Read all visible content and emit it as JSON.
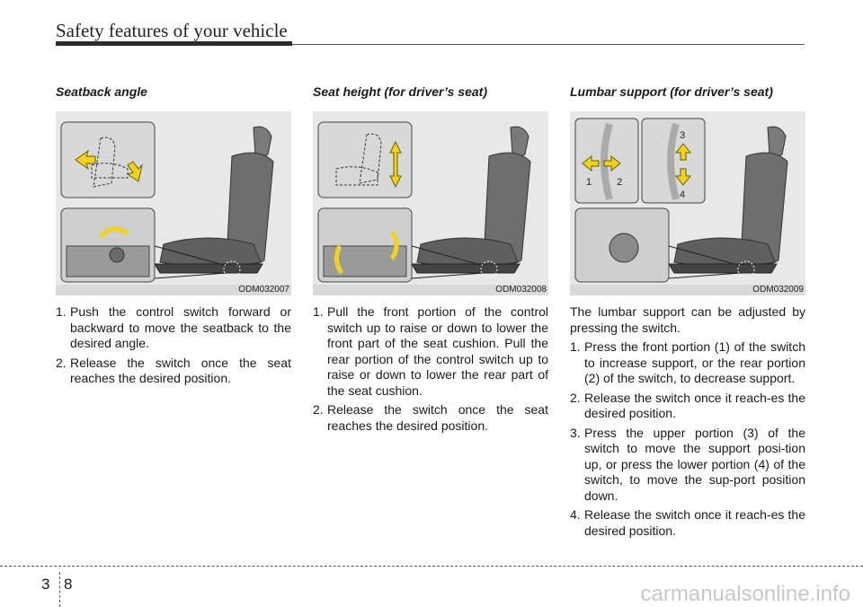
{
  "header": {
    "title": "Safety features of your vehicle"
  },
  "columns": [
    {
      "title": "Seatback angle",
      "figure_code": "ODM032007",
      "intro": "",
      "steps": [
        {
          "num": "1.",
          "text": "Push the control switch forward or backward to move the seatback to the desired angle."
        },
        {
          "num": "2.",
          "text": "Release the switch once the seat reaches the desired position."
        }
      ]
    },
    {
      "title": "Seat height (for driver’s seat)",
      "figure_code": "ODM032008",
      "intro": "",
      "steps": [
        {
          "num": "1.",
          "text": "Pull the front portion of the control switch up to raise or down to lower the front part of the seat cushion. Pull the rear portion of the control switch up to raise or down to lower the rear part of the seat cushion."
        },
        {
          "num": "2.",
          "text": "Release the switch once the seat reaches the desired position."
        }
      ]
    },
    {
      "title": "Lumbar support (for driver’s seat)",
      "figure_code": "ODM032009",
      "intro": "The lumbar support can be adjusted by pressing the switch.",
      "steps": [
        {
          "num": "1.",
          "text": "Press the front portion (1) of the switch to increase support, or the rear portion (2) of the switch, to decrease support."
        },
        {
          "num": "2.",
          "text": "Release the switch once it reach-es the desired position."
        },
        {
          "num": "3.",
          "text": "Press the upper portion (3) of the switch to move the support posi-tion up, or press the lower portion (4) of  the switch, to move the sup-port position down."
        },
        {
          "num": "4.",
          "text": "Release the switch once it reach-es the desired position."
        }
      ]
    }
  ],
  "lumbar_labels": [
    "1",
    "2",
    "3",
    "4"
  ],
  "footer": {
    "chapter": "3",
    "page": "8",
    "watermark": "carmanualsonline.info"
  },
  "colors": {
    "accent_arrow": "#f2d21b",
    "figure_bg": "#e8e8e8",
    "seat": "#6e6e6e"
  }
}
